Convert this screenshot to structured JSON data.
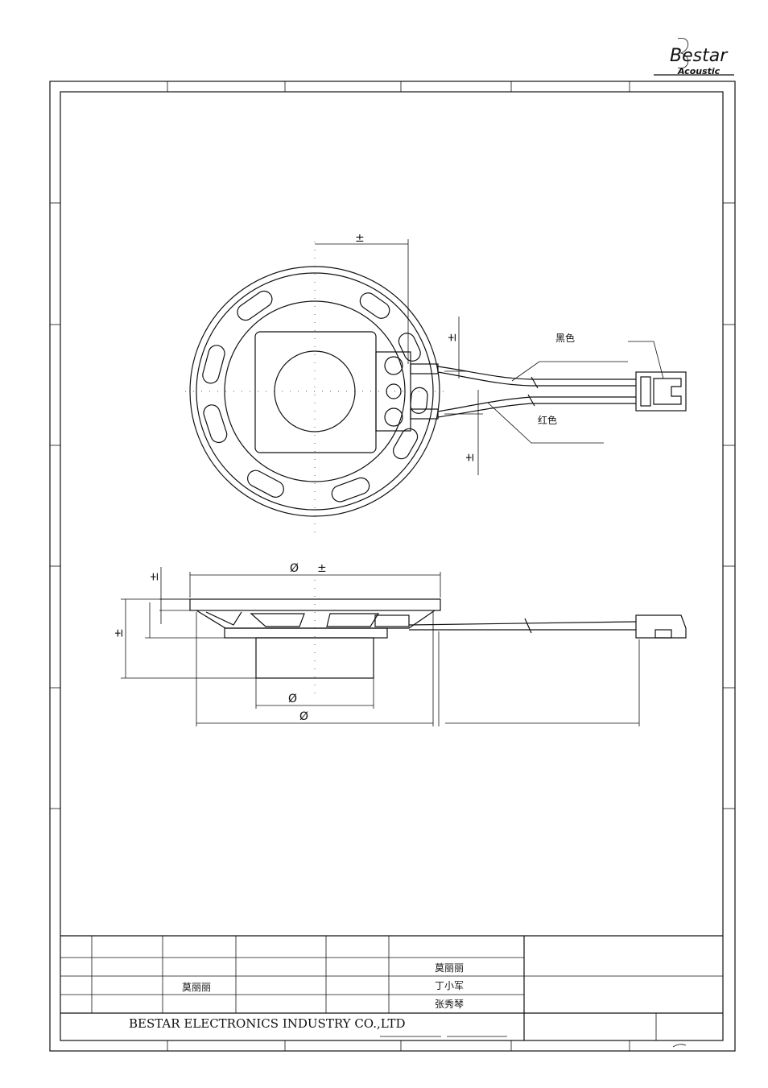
{
  "logo": {
    "brand": "Bestar",
    "sub": "Acoustic"
  },
  "labels": {
    "black_wire": "黑色",
    "red_wire": "红色",
    "plus_minus": "±",
    "diameter": "Ø"
  },
  "title_block": {
    "name_1": "莫丽丽",
    "name_2": "莫丽丽",
    "name_3": "丁小军",
    "name_4": "张秀琴",
    "company": "BESTAR ELECTRONICS INDUSTRY CO.,LTD"
  }
}
